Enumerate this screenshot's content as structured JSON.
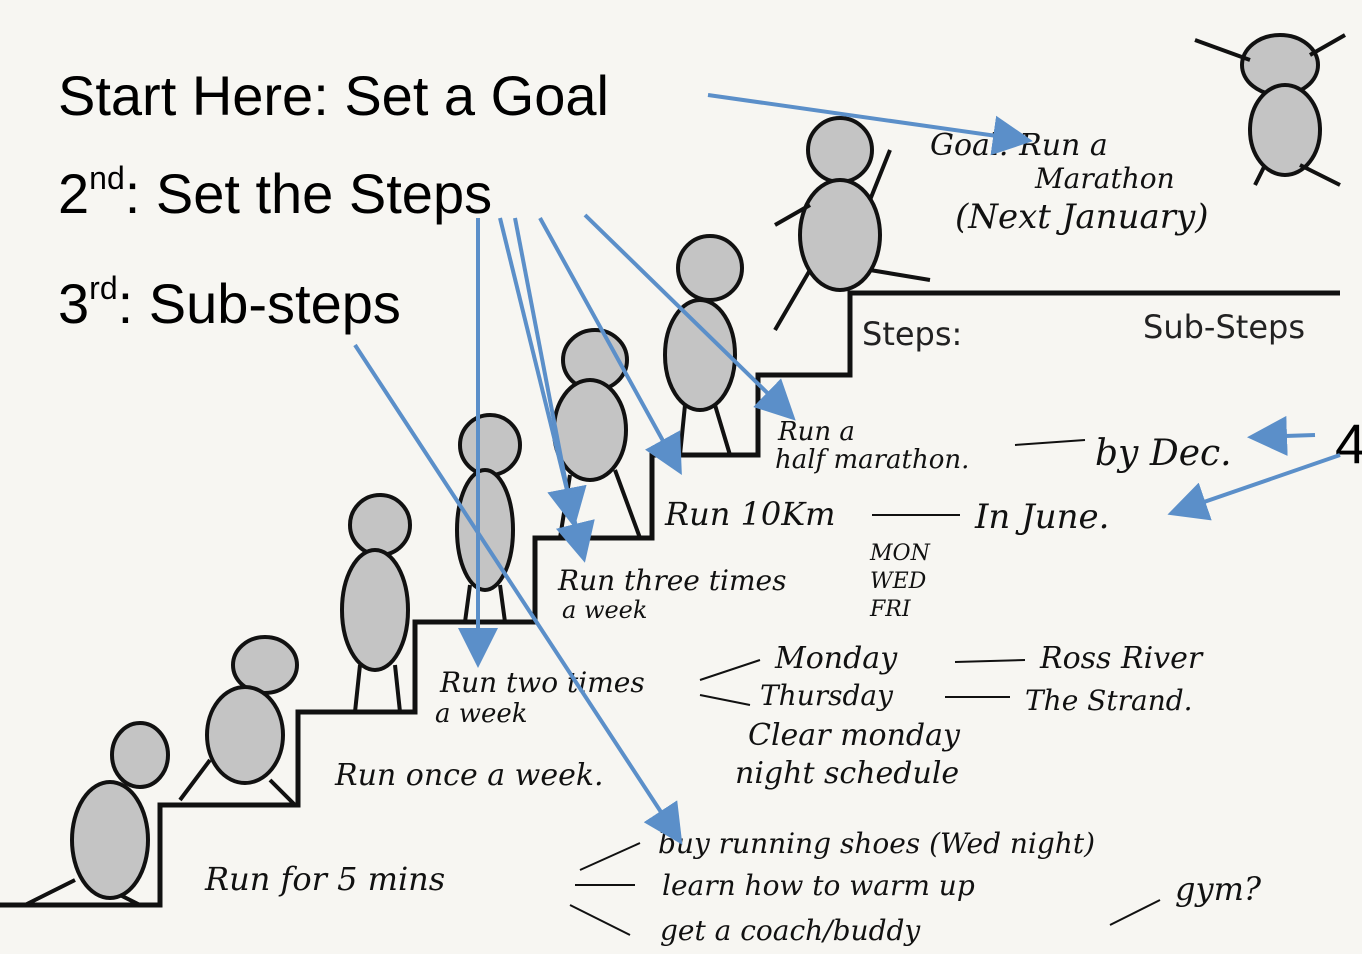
{
  "annotations": {
    "start_here": "Start Here: Set a Goal",
    "second_prefix": "2",
    "second_sup": "nd",
    "second_text": ": Set the Steps",
    "third_prefix": "3",
    "third_sup": "rd",
    "third_text": ": Sub-steps",
    "fourth_cut": "4"
  },
  "goal": {
    "line1": "Goal: Run a",
    "line2": "Marathon",
    "line3": "(Next January)"
  },
  "headers": {
    "steps": "Steps:",
    "sub_steps": "Sub-Steps"
  },
  "steps": [
    {
      "label": "Run a",
      "label2": "half marathon.",
      "subs": [
        "by Dec."
      ]
    },
    {
      "label": "Run 10Km",
      "subs": [
        "In June."
      ]
    },
    {
      "label": "Run three times",
      "label2": "a week",
      "subs": [
        "MON",
        "WED",
        "FRI"
      ]
    },
    {
      "label": "Run two times",
      "label2": "a week",
      "subs": [
        "Monday",
        "Ross River",
        "Thursday",
        "The Strand."
      ]
    },
    {
      "label": "Run once a week.",
      "subs": [
        "Clear monday",
        "night schedule"
      ]
    },
    {
      "label": "Run for 5 mins",
      "subs": [
        "buy running shoes (Wed night)",
        "learn how to warm up",
        "get a coach/buddy",
        "gym?"
      ]
    }
  ],
  "colors": {
    "arrow": "#5b8fc9",
    "figure_fill": "#c4c4c4",
    "ink": "#111111"
  }
}
